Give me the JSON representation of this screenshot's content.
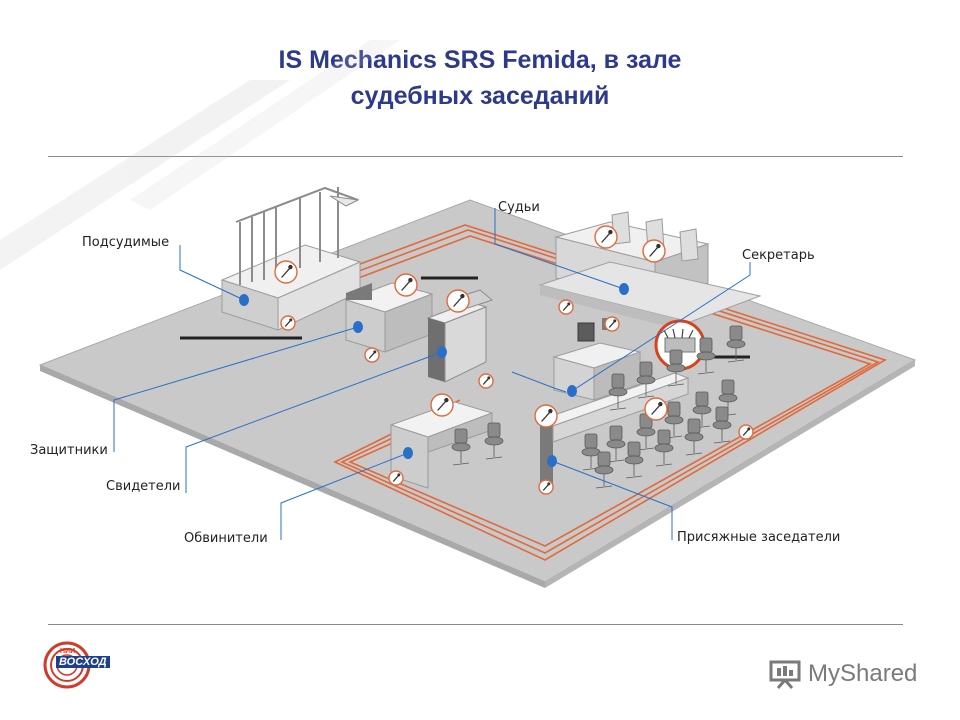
{
  "slide": {
    "title_line1": "IS Mechanics SRS Femida, в зале",
    "title_line2": "судебных заседаний"
  },
  "labels": {
    "defendants": "Подсудимые",
    "judges": "Судьи",
    "secretary": "Секретарь",
    "defenders": "Защитники",
    "witnesses": "Свидетели",
    "prosecutors": "Обвинители",
    "jurors": "Присяжные заседатели"
  },
  "logos": {
    "left_small": "НИИ",
    "left_main": "ВОСХОД",
    "right": "MyShared"
  },
  "colors": {
    "title": "#2d3a8c",
    "cable": "#e06a3c",
    "floor": "#c8c8c8",
    "furniture": "#e6e6e6",
    "callout": "#2a6fc7"
  }
}
